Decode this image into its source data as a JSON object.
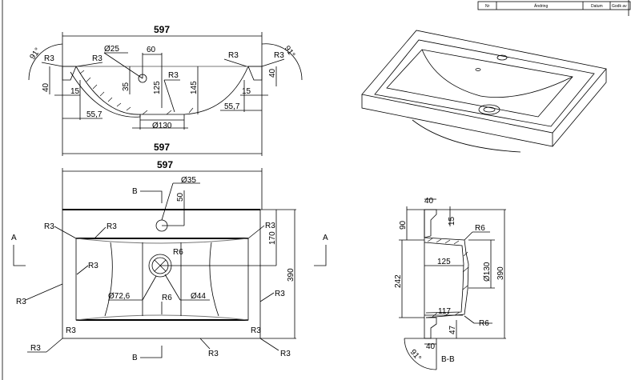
{
  "title_block": {
    "nr": "Nr",
    "change": "Ändring",
    "date": "Datum",
    "approved": "Godk av"
  },
  "section_view": {
    "width_top": "597",
    "width_bottom": "597",
    "angle_left": "91°",
    "angle_right": "91°",
    "r_left_outer": "R3",
    "r_left_inner": "R3",
    "r_right_inner": "R3",
    "r_right_outer": "R3",
    "r_center": "R3",
    "tap_hole": "Ø25",
    "tap_offset": "60",
    "tap_depth": "35",
    "depth_inner": "125",
    "depth_total": "145",
    "rim_left": "40",
    "rim_right": "40",
    "wall_left": "15",
    "wall_right": "15",
    "offset_left": "55,7",
    "offset_right": "55,7",
    "drain": "Ø130"
  },
  "plan_view": {
    "width": "597",
    "tap_hole": "Ø35",
    "tap_offset": "50",
    "section_b_top": "B",
    "section_b_bottom": "B",
    "section_a_left": "A",
    "section_a_right": "A",
    "drain_offset": "170",
    "depth": "390",
    "r6_top": "R6",
    "r6_bottom": "R6",
    "drain_outer": "Ø72,6",
    "drain_inner": "Ø44",
    "radii": [
      "R3",
      "R3",
      "R3",
      "R3",
      "R3",
      "R3",
      "R3",
      "R3",
      "R3",
      "R3",
      "R3"
    ]
  },
  "section_bb": {
    "rim_top": "40",
    "wall_top": "15",
    "front_height": "90",
    "r6_top": "R6",
    "depth": "125",
    "drain": "Ø130",
    "total": "390",
    "basin_length": "242",
    "bottom_depth": "117",
    "r6_bottom": "R6",
    "back_wall": "47",
    "rim_bottom": "40",
    "angle": "91°",
    "label": "B-B"
  }
}
